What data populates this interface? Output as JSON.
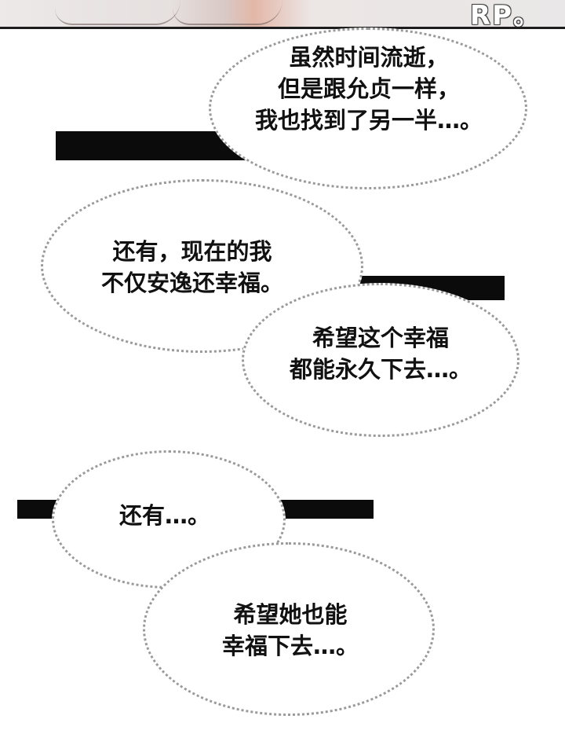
{
  "panel_top": {
    "sfx_text": "RP。"
  },
  "bubbles": [
    {
      "lines": [
        "虽然时间流逝，",
        "但是跟允贞一样，",
        "我也找到了另一半…。"
      ]
    },
    {
      "lines": [
        "还有，现在的我",
        "不仅安逸还幸福。"
      ]
    },
    {
      "lines": [
        "希望这个幸福",
        "都能永久下去…。"
      ]
    },
    {
      "lines": [
        "还有…。"
      ]
    },
    {
      "lines": [
        "希望她也能",
        "幸福下去…。"
      ]
    }
  ]
}
